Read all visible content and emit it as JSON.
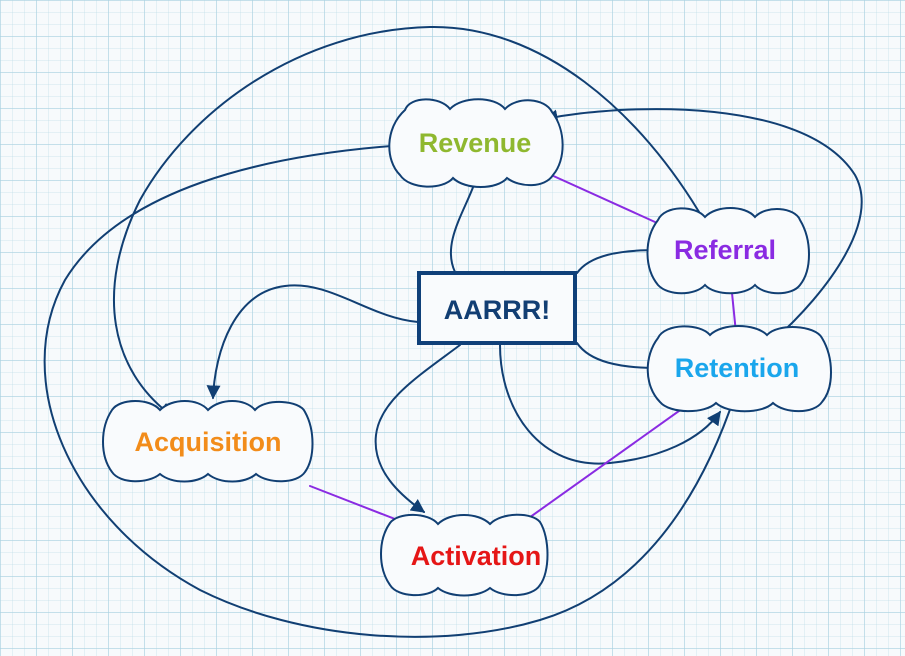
{
  "title": "AARRR! growth funnel diagram",
  "hub": {
    "id": "aarrr",
    "label": "AARRR!",
    "color": "#123e73"
  },
  "stages": [
    {
      "id": "revenue",
      "label": "Revenue",
      "color": "#8fb82f"
    },
    {
      "id": "referral",
      "label": "Referral",
      "color": "#8a2be2"
    },
    {
      "id": "retention",
      "label": "Retention",
      "color": "#1aa6ec"
    },
    {
      "id": "acquisition",
      "label": "Acquisition",
      "color": "#f28c1a"
    },
    {
      "id": "activation",
      "label": "Activation",
      "color": "#e51616"
    }
  ],
  "edges": [
    {
      "from": "aarrr",
      "to": "revenue",
      "kind": "main"
    },
    {
      "from": "aarrr",
      "to": "acquisition",
      "kind": "main"
    },
    {
      "from": "aarrr",
      "to": "activation",
      "kind": "main"
    },
    {
      "from": "aarrr",
      "to": "retention",
      "kind": "main"
    },
    {
      "from": "aarrr",
      "to": "referral",
      "kind": "soft"
    },
    {
      "from": "aarrr",
      "to": "retention",
      "kind": "soft"
    },
    {
      "from": "revenue",
      "to": "retention",
      "kind": "main"
    },
    {
      "from": "referral",
      "to": "acquisition",
      "kind": "main"
    },
    {
      "from": "retention",
      "to": "revenue",
      "kind": "main"
    },
    {
      "from": "acquisition",
      "to": "activation",
      "kind": "flow"
    },
    {
      "from": "activation",
      "to": "retention",
      "kind": "flow"
    },
    {
      "from": "retention",
      "to": "referral",
      "kind": "flow"
    },
    {
      "from": "referral",
      "to": "revenue",
      "kind": "flow"
    }
  ],
  "colors": {
    "connector": "#113f73",
    "funnel_flow": "#8a2be2",
    "soft_arrow": "#7f9ab5",
    "grid": "#cfe6ee",
    "background": "#f7fafc"
  }
}
